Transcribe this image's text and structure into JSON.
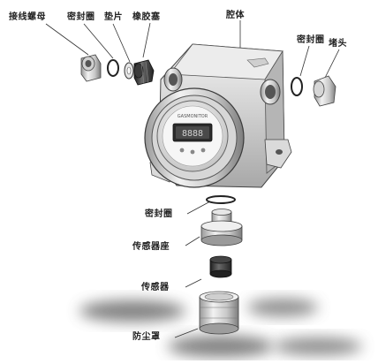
{
  "labels": {
    "terminal_nut": "接线螺母",
    "seal_ring_left": "密封圈",
    "gasket": "垫片",
    "rubber_plug": "橡胶塞",
    "housing": "腔体",
    "seal_ring_right": "密封圈",
    "blocking_cap": "堵头",
    "seal_ring_bottom": "密封圈",
    "sensor_base": "传感器座",
    "sensor": "传感器",
    "dust_cover": "防尘罩"
  },
  "display": {
    "brand_text": "GASMONITOR",
    "readout": "8888"
  }
}
